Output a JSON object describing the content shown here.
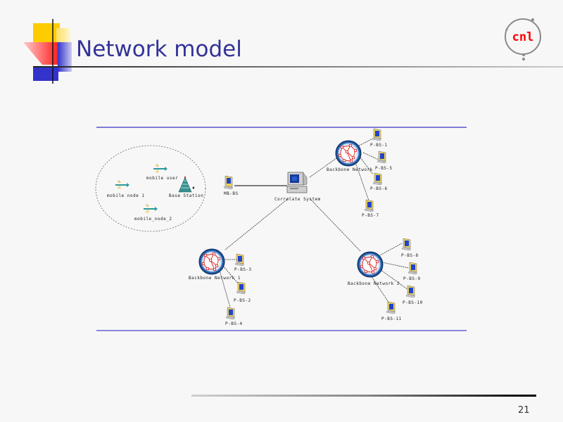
{
  "slide": {
    "title": "Network model",
    "page_number": "21",
    "logo_text": "cnl"
  },
  "colors": {
    "title": "#333399",
    "accent_yellow": "#ffcc00",
    "accent_red": "#ff3333",
    "accent_blue": "#3333cc",
    "rule_blue": "#6666cc",
    "logo_red": "#ff0000",
    "logo_ring": "#888888"
  },
  "diagram": {
    "group": {
      "nodes": [
        {
          "id": "mobile_user",
          "label": "mobile user",
          "icon": "mobile-node-icon"
        },
        {
          "id": "mobile_node_1",
          "label": "mobile node 1",
          "icon": "mobile-node-icon"
        },
        {
          "id": "base_station",
          "label": "Base Station",
          "icon": "base-station-icon"
        },
        {
          "id": "mobile_node_2",
          "label": "mobile_node_2",
          "icon": "mobile-node-icon"
        }
      ]
    },
    "hubs": [
      {
        "id": "mb_bs",
        "label": "MB-BS",
        "icon": "workstation-icon"
      },
      {
        "id": "correlate",
        "label": "Correlate System",
        "icon": "computer-icon"
      }
    ],
    "backbones": [
      {
        "id": "bb0",
        "label": "Backbone Network",
        "stations": [
          "P-BS-1",
          "P-BS-5",
          "P-BS-6",
          "P-BS-7"
        ]
      },
      {
        "id": "bb1",
        "label": "Backbone Network 1",
        "stations": [
          "P-BS-3",
          "P-BS-2",
          "P-BS-4"
        ]
      },
      {
        "id": "bb2",
        "label": "Backbone Network 2",
        "stations": [
          "P-BS-8",
          "P-BS-9",
          "P-BS-10",
          "P-BS-11"
        ]
      }
    ]
  }
}
